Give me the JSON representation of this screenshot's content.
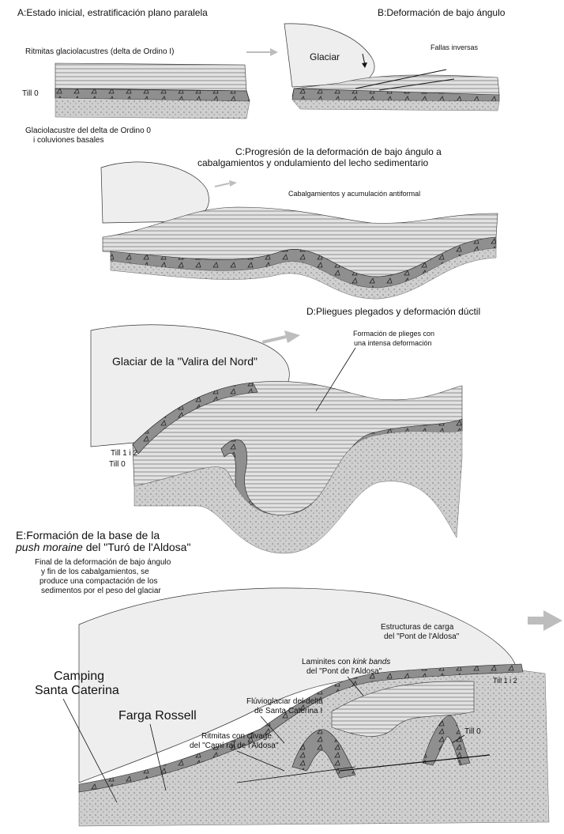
{
  "panel_a": {
    "title": "A:Estado inicial, estratificación plano paralela",
    "label_ritmitas": "Ritmitas glaciolacustres (delta de Ordino I)",
    "label_till0": "Till 0",
    "label_glacio_line1": "Glaciolacustre del delta de Ordino 0",
    "label_glacio_line2": "i coluviones basales"
  },
  "panel_b": {
    "title": "B:Deformación de bajo ángulo",
    "label_glaciar": "Glaciar",
    "label_fallas": "Fallas inversas"
  },
  "panel_c": {
    "title_line1": "C:Progresión de la deformación de bajo ángulo a",
    "title_line2": "cabalgamientos y ondulamiento del lecho sedimentario",
    "label_cabalgamientos": "Cabalgamientos y acumulación antiformal"
  },
  "panel_d": {
    "title": "D:Pliegues plegados y deformación dúctil",
    "label_formacion_line1": "Formación de plieges con",
    "label_formacion_line2": "una intensa deformación",
    "label_glaciar": "Glaciar de la \"Valira del Nord\"",
    "label_till12": "Till 1 i 2",
    "label_till0": "Till 0"
  },
  "panel_e": {
    "title_line1": "E:Formación de la base de la",
    "title_line2_italic": "push moraine",
    "title_line2_rest": " del \"Turó de l'Aldosa\"",
    "note_line1": "Final de la deformación de bajo ángulo",
    "note_line2": "y fin de los cabalgamientos, se",
    "note_line3": "produce una compactación de los",
    "note_line4": "sedimentos por el peso del glaciar",
    "label_estructuras_line1": "Estructuras de carga",
    "label_estructuras_line2": "del \"Pont de l'Aldosa\"",
    "label_laminites_pre": "Laminites con ",
    "label_laminites_italic": "kink bands",
    "label_laminites_line2": "del \"Pont de l'Aldosa\"",
    "label_till12": "Till 1 i 2",
    "label_camping_line1": "Camping",
    "label_camping_line2": "Santa Caterina",
    "label_farga": "Farga Rossell",
    "label_fluvio_line1": "Flúvioglaciar del delta",
    "label_fluvio_line2": "de Santa Caterina I",
    "label_ritmitas_line1": "Ritmitas con clivage",
    "label_ritmitas_line2": "del \"Camí ral de l'Aldosa\"",
    "label_till0": "Till 0"
  },
  "colors": {
    "glacier": "#eeeeee",
    "sediment_light": "#d6d6d6",
    "sediment_mid": "#bdbdbd",
    "till_band": "#8c8c8c",
    "arrow": "#bdbdbd",
    "line": "#1a1a1a"
  }
}
